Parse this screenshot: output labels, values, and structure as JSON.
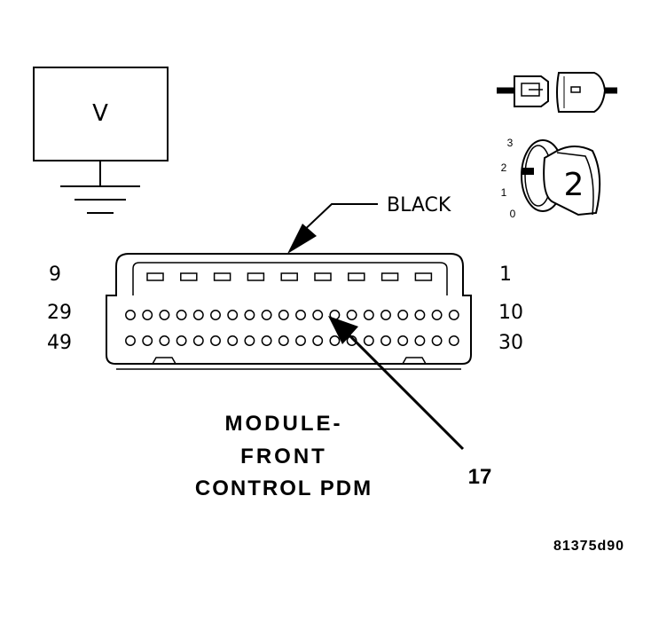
{
  "meter": {
    "symbol": "V"
  },
  "probe_icon": {
    "kind": "probe-connector-icon"
  },
  "selector_icon": {
    "positions": [
      "3",
      "2",
      "1",
      "0"
    ],
    "selected": "2",
    "kind": "selector-switch-icon"
  },
  "connector": {
    "color_label": "BLACK",
    "row_labels": {
      "top_left": "9",
      "top_right": "1",
      "mid_left": "29",
      "mid_right": "10",
      "bottom_left": "49",
      "bottom_right": "30"
    },
    "slot_count": 9,
    "pin_row_count": 20,
    "pin_callout": "17"
  },
  "module_label": {
    "line1": "MODULE-",
    "line2": "FRONT",
    "line3": "CONTROL PDM"
  },
  "figure_id": "81375d90"
}
